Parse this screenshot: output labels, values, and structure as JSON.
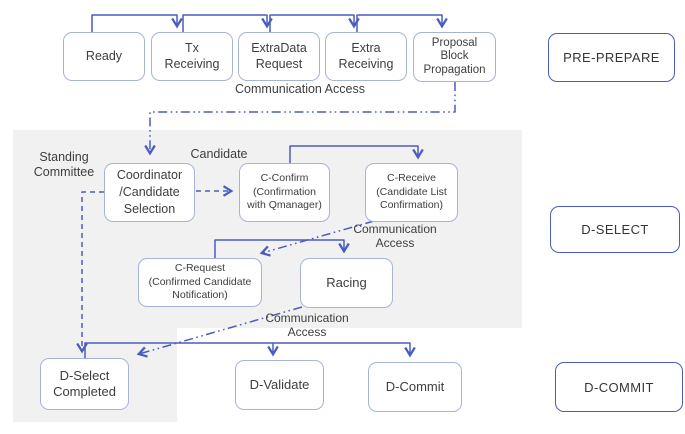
{
  "diagram": {
    "nodes": {
      "ready": "Ready",
      "tx_receiving": "Tx\nReceiving",
      "extradata_request": "ExtraData\nRequest",
      "extra_receiving": "Extra\nReceiving",
      "proposal_block_propagation": "Proposal\nBlock\nPropagation",
      "coordinator_candidate_selection": "Coordinator\n/Candidate\nSelection",
      "c_confirm": "C-Confirm\n(Confirmation\nwith Qmanager)",
      "c_receive": "C-Receive\n(Candidate List\nConfirmation)",
      "c_request": "C-Request\n(Confirmed Candidate\nNotification)",
      "racing": "Racing",
      "d_select_completed": "D-Select\nCompleted",
      "d_validate": "D-Validate",
      "d_commit": "D-Commit"
    },
    "phases": {
      "pre_prepare": "PRE-PREPARE",
      "d_select": "D-SELECT",
      "d_commit": "D-COMMIT"
    },
    "annotations": {
      "communication_access_top": "Communication Access",
      "candidate": "Candidate",
      "standing_committee": "Standing\nCommittee",
      "communication_access_mid": "Communication\nAccess",
      "communication_access_bottom": "Communication\nAccess"
    },
    "colors": {
      "line": "#4a5cc0",
      "node_border": "#a6b4d8",
      "phase_border": "#4a5cc0",
      "panel": "#f1f1f2",
      "text": "#3e3e3e"
    }
  }
}
